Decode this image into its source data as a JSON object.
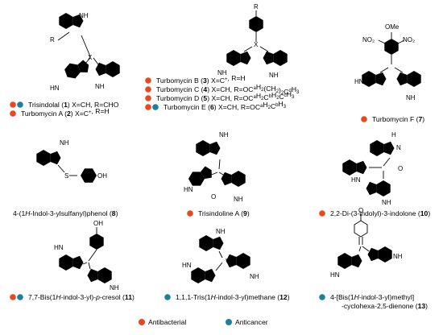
{
  "colors": {
    "antibacterial": "#e8471f",
    "anticancer": "#1f7f98"
  },
  "atoms": {
    "NH": "NH",
    "HN": "HN",
    "N": "N",
    "H": "H",
    "S": "S",
    "OH": "OH",
    "O": "O",
    "X": "X",
    "R": "R",
    "NO2": "NO₂",
    "OMe": "OMe"
  },
  "compounds": [
    {
      "parts": [
        [
          "Trisindolal ("
        ],
        [
          "1"
        ],
        [
          ") X=CH, R=CHO"
        ]
      ],
      "dots": [
        "antibacterial",
        "anticancer"
      ]
    },
    {
      "parts": [
        [
          "Turbomycin A ("
        ],
        [
          "2"
        ],
        [
          ") X=C",
          "+"
        ],
        [
          ", R=H"
        ]
      ],
      "dots": [
        "antibacterial"
      ]
    },
    {
      "parts": [
        [
          "Turbomycin B ("
        ],
        [
          "3"
        ],
        [
          ") X=C",
          "+"
        ],
        [
          ", R=H"
        ]
      ],
      "dots": [
        "antibacterial"
      ]
    },
    {
      "parts": [
        [
          "Turbomycin C ("
        ],
        [
          "4"
        ],
        [
          ") X=CH, R=OC",
          "a"
        ],
        [
          "H",
          "2"
        ],
        [
          "(CH",
          "2"
        ],
        [
          ")",
          "2"
        ],
        [
          "C",
          "d"
        ],
        [
          "H",
          "3"
        ]
      ],
      "dots": [
        "antibacterial"
      ]
    },
    {
      "parts": [
        [
          "Turbomycin D ("
        ],
        [
          "5"
        ],
        [
          ") X=CH, R=OC",
          "a"
        ],
        [
          "H",
          "2"
        ],
        [
          "C",
          "b"
        ],
        [
          "H",
          "2"
        ],
        [
          "C",
          "c"
        ],
        [
          "H",
          "3"
        ]
      ],
      "dots": [
        "antibacterial"
      ]
    },
    {
      "parts": [
        [
          "Turbomycin E ("
        ],
        [
          "6"
        ],
        [
          ") X=CH, R=OC",
          "a"
        ],
        [
          "H",
          "2"
        ],
        [
          "C",
          "b"
        ],
        [
          "H",
          "3"
        ]
      ],
      "dots": [
        "antibacterial",
        "anticancer"
      ]
    },
    {
      "parts": [
        [
          "Turbomycin F ("
        ],
        [
          "7"
        ],
        [
          ")"
        ]
      ],
      "dots": [
        "antibacterial"
      ]
    },
    {
      "parts": [
        [
          "4-(1"
        ],
        [
          "H",
          "i"
        ],
        [
          "-Indol-3-ylsulfanyl)phenol ("
        ],
        [
          "8"
        ],
        [
          ")"
        ]
      ],
      "dots": []
    },
    {
      "parts": [
        [
          "Trisindoline A ("
        ],
        [
          "9"
        ],
        [
          ")"
        ]
      ],
      "dots": [
        "antibacterial"
      ]
    },
    {
      "parts": [
        [
          "2,2-Di-(3-indolyl)-3-indolone ("
        ],
        [
          "10"
        ],
        [
          ")"
        ]
      ],
      "dots": [
        "antibacterial"
      ]
    },
    {
      "parts": [
        [
          "7,7-Bis(1"
        ],
        [
          "H",
          "i"
        ],
        [
          "-indol-3-yl)-"
        ],
        [
          "p",
          "i"
        ],
        [
          "-cresol ("
        ],
        [
          "11"
        ],
        [
          ")"
        ]
      ],
      "dots": [
        "antibacterial",
        "anticancer"
      ]
    },
    {
      "parts": [
        [
          "1,1,1-Tris(1"
        ],
        [
          "H",
          "i"
        ],
        [
          "-indol-3-yl)methane ("
        ],
        [
          "12"
        ],
        [
          ")"
        ]
      ],
      "dots": [
        "anticancer"
      ]
    },
    {
      "parts": [
        [
          "4-[Bis(1"
        ],
        [
          "H",
          "i"
        ],
        [
          "-indol-3-yl)methyl]"
        ]
      ],
      "dots": [
        "anticancer"
      ]
    },
    {
      "parts": [
        [
          "-cyclohexa-2,5-dienone ("
        ],
        [
          "13"
        ],
        [
          ")"
        ]
      ],
      "dots": []
    }
  ],
  "legend": [
    {
      "label": "Antibacterial",
      "color_key": "antibacterial"
    },
    {
      "label": "Anticancer",
      "color_key": "anticancer"
    }
  ]
}
